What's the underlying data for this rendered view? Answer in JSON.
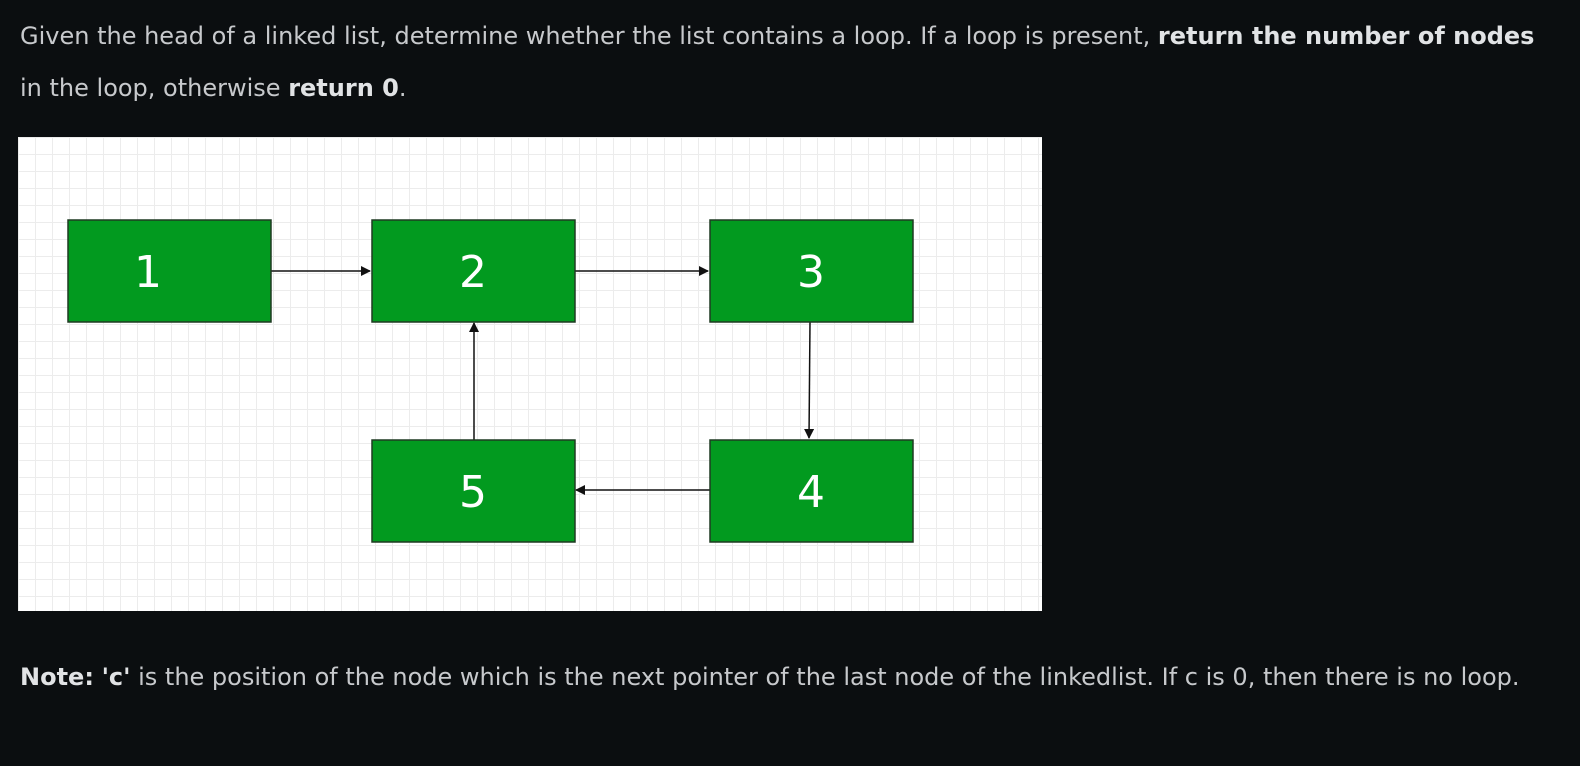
{
  "problem": {
    "text_1": "Given the head of a linked list, determine whether the list contains a loop. If a loop is present, ",
    "bold_1": "return the number of nodes",
    "text_2": " in the loop, otherwise ",
    "bold_2": "return 0",
    "text_3": "."
  },
  "diagram": {
    "node_color": "#029a1f",
    "nodes": [
      {
        "label": "1"
      },
      {
        "label": "2"
      },
      {
        "label": "3"
      },
      {
        "label": "4"
      },
      {
        "label": "5"
      }
    ]
  },
  "note": {
    "bold": "Note:",
    "code_bold": "'c'",
    "text": " is the position of the node which is the next pointer of the last node of the linkedlist. If c is 0, then there is no loop."
  }
}
